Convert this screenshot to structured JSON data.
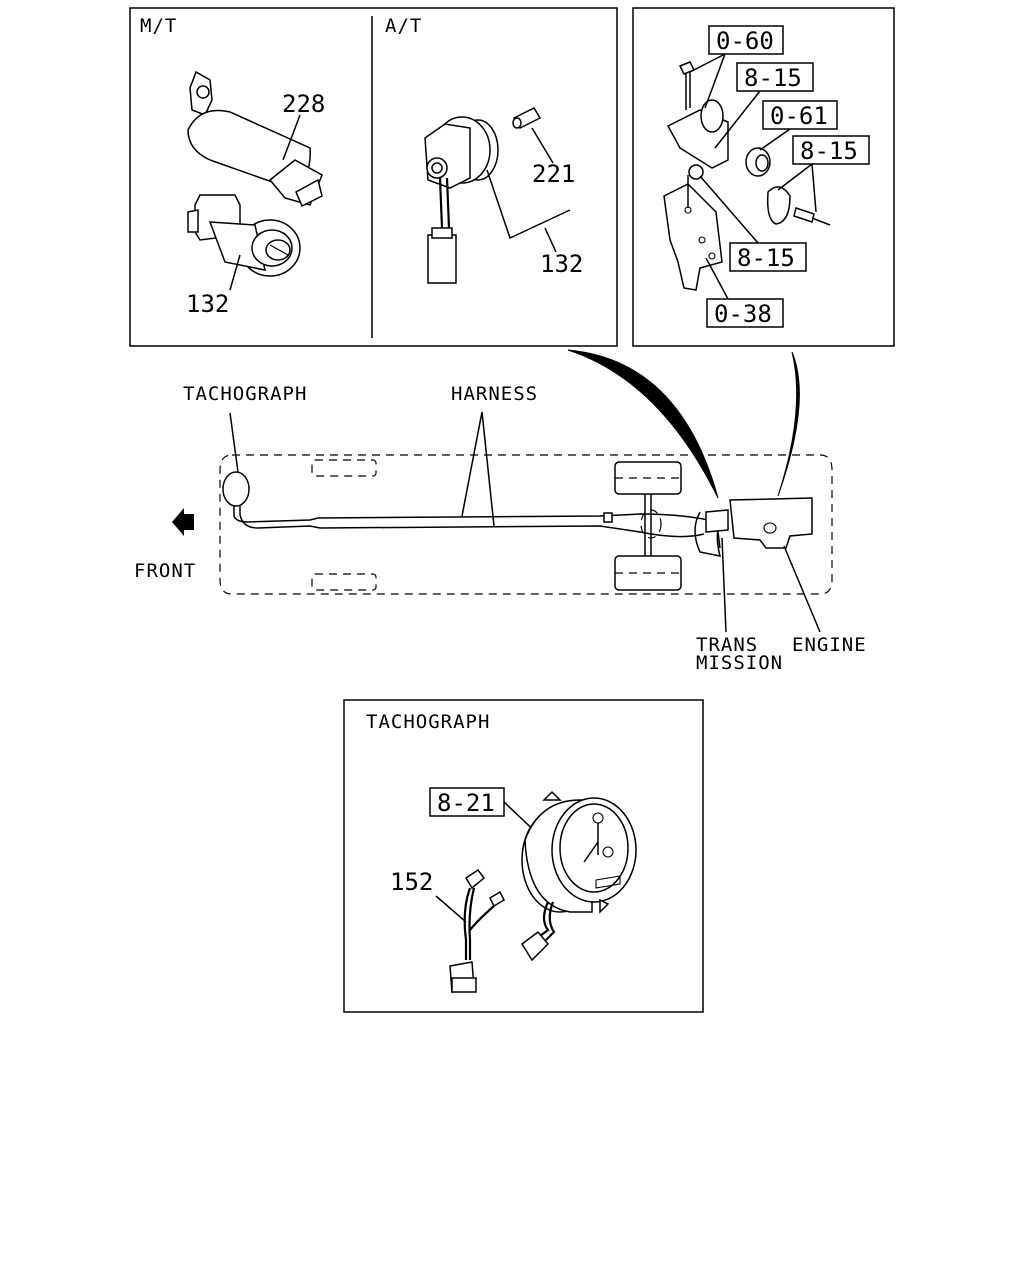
{
  "panels": {
    "mt_label": "M/T",
    "at_label": "A/T",
    "tachograph_panel_label": "TACHOGRAPH"
  },
  "parts": {
    "p228": "228",
    "p132_mt": "132",
    "p221": "221",
    "p132_at": "132",
    "p152": "152"
  },
  "refs": {
    "r060": "0-60",
    "r815a": "8-15",
    "r061": "0-61",
    "r815b": "8-15",
    "r815c": "8-15",
    "r038": "0-38",
    "r821": "8-21"
  },
  "overview": {
    "tachograph": "TACHOGRAPH",
    "harness": "HARNESS",
    "front": "FRONT",
    "trans": "TRANS",
    "mission": "MISSION",
    "engine": "ENGINE"
  }
}
